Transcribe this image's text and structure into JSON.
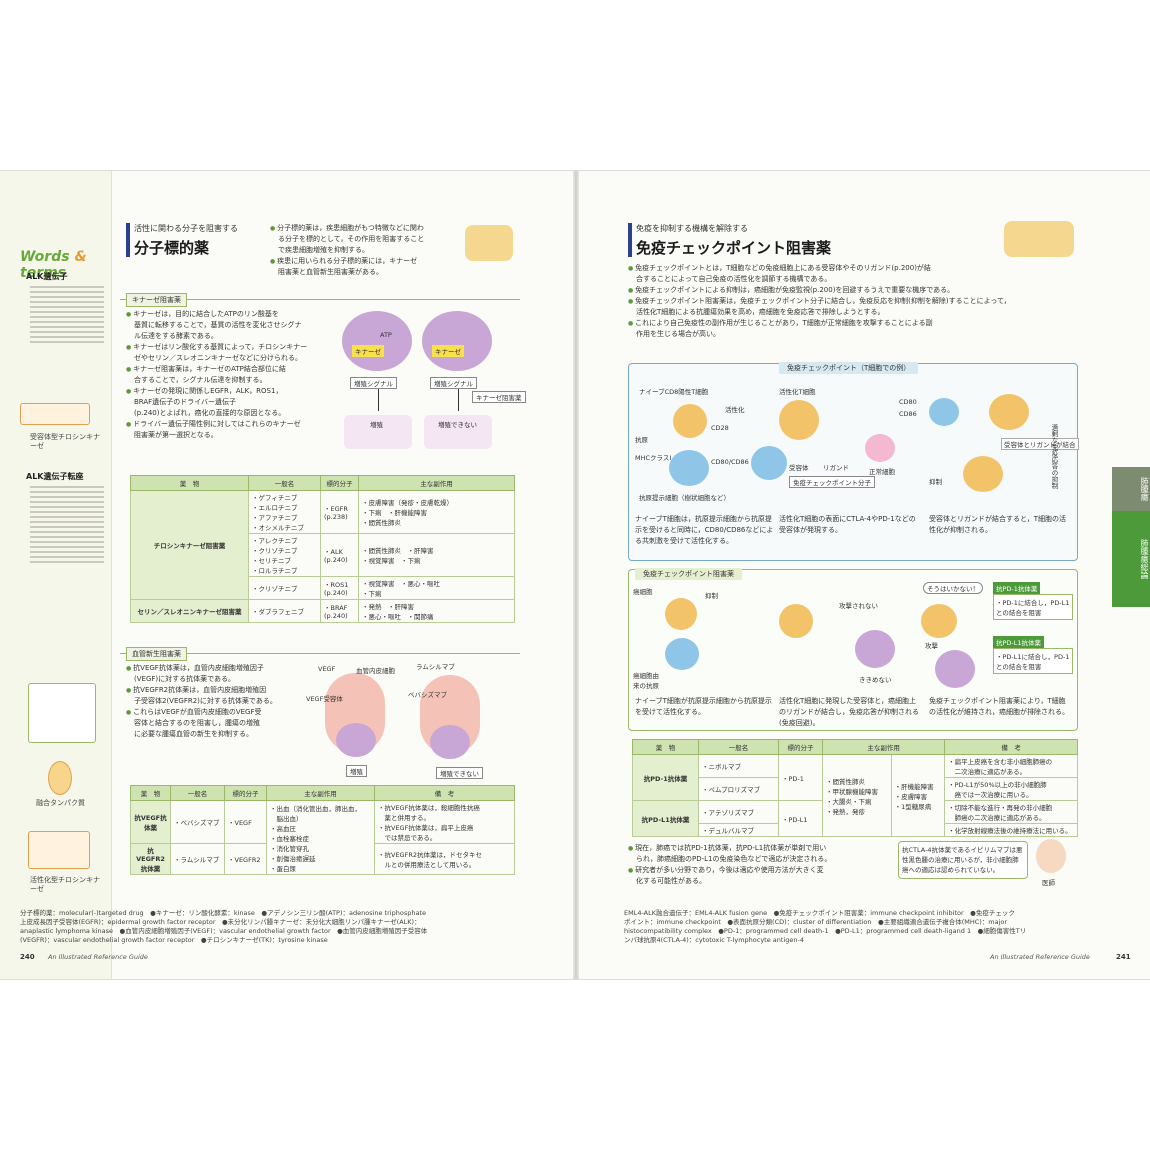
{
  "left": {
    "sidebar": {
      "words_terms_a": "Words",
      "words_terms_amp": "&",
      "words_terms_b": "terms",
      "head1": "ALK遺伝子",
      "head2": "ALK遺伝子転座",
      "cap1": "受容体型チロシンキナーゼ",
      "cap2": "融合タンパク質",
      "cap3": "活性化型チロシンキナーゼ"
    },
    "section1": {
      "sub": "活性に関わる分子を阻害する",
      "title": "分子標的薬",
      "bullets": [
        "分子標的薬は，疾患細胞がもつ特徴などに関わ",
        "る分子を標的として，その作用を阻害すること",
        "で疾患細胞増殖を抑制する。",
        "疾患に用いられる分子標的薬には，キナーゼ",
        "阻害薬と血管新生阻害薬がある。"
      ]
    },
    "kinase": {
      "head": "キナーゼ阻害薬",
      "bullets": [
        "キナーゼは，目的に結合したATPのリン酸基を",
        "基質に転移することで，基質の活性を変化させシグナ",
        "ル伝達をする酵素である。",
        "キナーゼはリン酸化する基質によって，チロシンキナー",
        "ゼやセリン／スレオニンキナーゼなどに分けられる。",
        "キナーゼ阻害薬は，キナーゼのATP結合部位に結",
        "合することで，シグナル伝達を抑制する。",
        "キナーゼの発現に関係しEGFR，ALK，ROS1，",
        "BRAF遺伝子のドライバー遺伝子",
        "(p.240)とよばれ，癌化の直接的な原因となる。",
        "ドライバー遺伝子陽性例に対してはこれらのキナーゼ",
        "阻害薬が第一選択となる。"
      ],
      "diag_labels": [
        "ATP",
        "キナーゼ",
        "増殖シグナル",
        "キナーゼ阻害薬",
        "増殖",
        "増殖できない"
      ]
    },
    "table1": {
      "headers": [
        "薬　物",
        "一般名",
        "標的分子",
        "主な副作用"
      ],
      "rows": [
        {
          "cat": "チロシンキナーゼ阻害薬",
          "names": "・ゲフィチニブ\n・エルロチニブ\n・アファチニブ\n・オシメルチニブ",
          "target": "・EGFR\n(p.238)",
          "effects": "・皮膚障害（発疹・皮膚乾燥）\n・下痢　・肝機能障害\n・間質性肺炎"
        },
        {
          "cat": "",
          "names": "・アレクチニブ\n・クリゾチニブ\n・セリチニブ\n・ロルラチニブ",
          "target": "・ALK\n(p.240)",
          "effects": "・間質性肺炎　・肝障害\n・視覚障害　・下痢"
        },
        {
          "cat": "",
          "names": "・クリゾチニブ",
          "target": "・ROS1\n(p.240)",
          "effects": "・視覚障害　・悪心・嘔吐\n・下痢"
        },
        {
          "cat": "セリン／スレオニンキナーゼ阻害薬",
          "names": "・ダブラフェニブ",
          "target": "・BRAF\n(p.240)",
          "effects": "・発熱　・肝障害\n・悪心・嘔吐　・関節痛"
        }
      ]
    },
    "vegf": {
      "head": "血管新生阻害薬",
      "bullets": [
        "抗VEGF抗体薬は，血管内皮細胞増殖因子",
        "(VEGF)に対する抗体薬である。",
        "抗VEGFR2抗体薬は，血管内皮細胞増殖因",
        "子受容体2(VEGFR2)に対する抗体薬である。",
        "これらはVEGFが血管内皮細胞のVEGF受",
        "容体と結合するのを阻害し，腫瘍の増殖",
        "に必要な腫瘍血管の新生を抑制する。"
      ],
      "diag_labels": [
        "VEGF",
        "血管内皮細胞",
        "ラムシルマブ",
        "ベバシズマブ",
        "VEGF受容体",
        "増殖",
        "増殖できない"
      ]
    },
    "table2": {
      "headers": [
        "薬　物",
        "一般名",
        "標的分子",
        "主な副作用",
        "備　考"
      ],
      "rows": [
        {
          "cat": "抗VEGF抗体薬",
          "name": "・ベバシズマブ",
          "target": "・VEGF",
          "effects": "・出血（消化管出血，肺出血，\n　脳出血）\n・高血圧\n・血栓塞栓症\n・消化管穿孔\n・創傷治癒遅延\n・蛋白尿",
          "note": "・抗VEGF抗体薬は，殺細胞性抗癌\n　薬と併用する。\n・抗VEGF抗体薬は，扁平上皮癌\n　では禁忌である。"
        },
        {
          "cat": "抗VEGFR2抗体薬",
          "name": "・ラムシルマブ",
          "target": "・VEGFR2",
          "effects": "",
          "note": "・抗VEGFR2抗体薬は，ドセタキセ\n　ルとの併用療法として用いる。"
        }
      ]
    },
    "footer": [
      "分子標的薬：molecular(-)targeted drug　●キナーゼ：リン酸化酵素：kinase　●アデノシン三リン酸(ATP)：adenosine triphosphate",
      "上皮成長因子受容体(EGFR)：epidermal growth factor receptor　●未分化リンパ腫キナーゼ：未分化大細胞リンパ腫キナーゼ(ALK)：",
      "anaplastic lymphoma kinase　●血管内皮細胞増殖因子(VEGF)：vascular endothelial growth factor　●血管内皮細胞増殖因子受容体",
      "(VEGFR)：vascular endothelial growth factor receptor　●チロシンキナーゼ(TK)：tyrosine kinase"
    ],
    "page_number": "240",
    "running": "An Illustrated Reference Guide"
  },
  "right": {
    "section": {
      "sub": "免疫を抑制する機構を解除する",
      "title": "免疫チェックポイント阻害薬",
      "bullets": [
        "免疫チェックポイントとは，T細胞などの免疫細胞上にある受容体やそのリガンド(p.200)が結",
        "合することによって自己免疫の活性化を調節する機構である。",
        "免疫チェックポイントによる抑制は，癌細胞が免疫監視(p.200)を回避するうえで重要な機序である。",
        "免疫チェックポイント阻害薬は，免疫チェックポイント分子に結合し，免疫反応を抑制(抑制を解除)することによって，",
        "活性化T細胞による抗腫瘍効果を高め，癌細胞を免疫応答で排除しようとする。",
        "これにより自己免疫性の副作用が生じることがあり，T細胞が正常細胞を攻撃することによる副",
        "作用を生じる場合が高い。"
      ]
    },
    "diag1": {
      "title": "免疫チェックポイント（T細胞での例）",
      "labels": [
        "ナイーブCD8陽性T細胞",
        "活性化",
        "活性化T細胞",
        "抗原",
        "MHCクラスI",
        "CD28",
        "CD80/CD86",
        "抗原提示細胞（樹状細胞など）",
        "受容体",
        "リガンド",
        "免疫チェックポイント分子",
        "正常細胞",
        "CD80",
        "CD86",
        "受容体とリガンドが結合",
        "抑制",
        "過剰な免疫応答の抑制"
      ],
      "notes": [
        "ナイーブT細胞は，抗原提示細胞から抗原提示を受けると同時に，CD80/CD86などによる共刺激を受けて活性化する。",
        "活性化T細胞の表面にCTLA-4やPD-1などの受容体が発現する。",
        "受容体とリガンドが結合すると，T細胞の活性化が抑制される。"
      ]
    },
    "diag2": {
      "title": "免疫チェックポイント阻害薬",
      "labels": [
        "癌細胞",
        "抑制",
        "癌細胞由来の抗原",
        "攻撃されない",
        "ききめない",
        "攻撃",
        "抗PD-1抗体薬",
        "抗PD-L1抗体薬",
        "そうはいかない！"
      ],
      "box1": "・PD-1に結合し，PD-L1との結合を阻害",
      "box2": "・PD-L1に結合し，PD-1との結合を阻害",
      "notes": [
        "ナイーブT細胞が抗原提示細胞から抗原提示を受けて活性化する。",
        "活性化T細胞に発現した受容体と，癌細胞上のリガンドが結合し，免疫応答が抑制される(免疫回避)。",
        "免疫チェックポイント阻害薬により，T細胞の活性化が維持され，癌細胞が排除される。"
      ]
    },
    "table": {
      "headers": [
        "薬　物",
        "一般名",
        "標的分子",
        "主な副作用",
        "備　考"
      ],
      "rows": [
        {
          "cat": "抗PD-1抗体薬",
          "name": "・ニボルマブ",
          "target": "・PD-1",
          "effects": "・間質性肺炎\n・甲状腺機能障害\n・大腸炎・下痢\n・発熱，発疹",
          "effects2": "・肝機能障害\n・皮膚障害\n・1型糖尿病",
          "note": "・扁平上皮癌を含む非小細胞肺癌の\n　二次治療に適応がある。"
        },
        {
          "cat": "",
          "name": "・ペムブロリズマブ",
          "target": "",
          "effects": "",
          "effects2": "",
          "note": "・PD-L1が50%以上の非小細胞肺\n　癌では一次治療に用いる。"
        },
        {
          "cat": "抗PD-L1抗体薬",
          "name": "・アテゾリズマブ",
          "target": "・PD-L1",
          "effects": "",
          "effects2": "",
          "note": "・切除不能な進行・再発の非小細胞\n　肺癌の二次治療に適応がある。"
        },
        {
          "cat": "",
          "name": "・デュルバルマブ",
          "target": "",
          "effects": "",
          "effects2": "",
          "note": "・化学放射線療法後の維持療法に用いる。"
        }
      ]
    },
    "bottom_bullets": [
      "現在，肺癌では抗PD-1抗体薬，抗PD-L1抗体薬が単剤で用い",
      "られ，肺癌細胞のPD-L1の免疫染色などで適応が決定される。",
      "研究者が多い分野であり，今後は適応や使用方法が大きく変",
      "化する可能性がある。"
    ],
    "aside": "抗CTLA-4抗体薬であるイピリムマブは悪性黒色腫の治療に用いるが，非小細胞肺癌への適応は認められていない。",
    "aside_caption": "医師",
    "tabs": [
      "肺腫瘍",
      "肺腫瘍総論"
    ],
    "footer": [
      "EML4-ALK融合遺伝子：EML4-ALK fusion gene　●免疫チェックポイント阻害薬：immune checkpoint inhibitor　●免疫チェック",
      "ポイント：immune checkpoint　●表面抗原分類(CD)：cluster of differentiation　●主要組織適合遺伝子複合体(MHC)：major",
      "histocompatibility complex　●PD-1：programmed cell death-1　●PD-L1：programmed cell death-ligand 1　●細胞傷害性Tリ",
      "ンパ球抗原4(CTLA-4)：cytotoxic T-lymphocyte antigen-4"
    ],
    "page_number": "241",
    "running": "An Illustrated Reference Guide"
  },
  "colors": {
    "accent_green": "#6aa83a",
    "title_bar": "#2d3f8f",
    "tab_green": "#4c9a3a",
    "cell_purple": "#c8a6d6",
    "t_cell_orange": "#f3c36a"
  }
}
